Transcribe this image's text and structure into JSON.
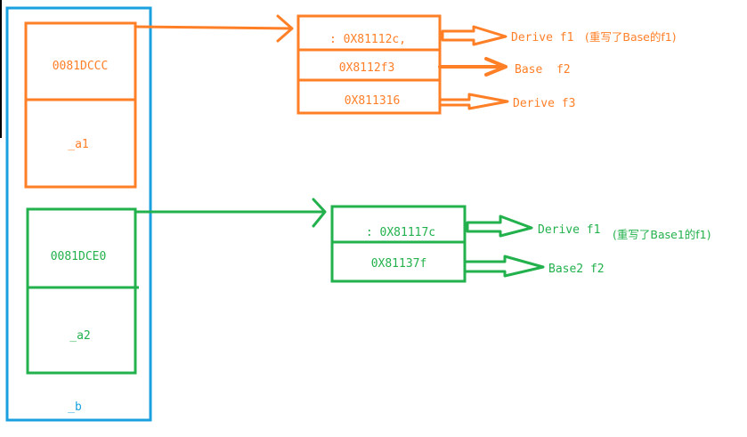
{
  "colors": {
    "outer_box": "#1aa0e0",
    "orange": "#ff7f27",
    "green": "#22b14c",
    "left_edge_mark": "#000000"
  },
  "outer_object": {
    "label": "_b"
  },
  "base1_part": {
    "vptr_value": "0081DCCC",
    "member_label": "_a1"
  },
  "base2_part": {
    "vptr_value": "0081DCE0",
    "member_label": "_a2"
  },
  "vtable_1": {
    "slots": [
      {
        "address": ": 0X81112c,",
        "target": "Derive f1",
        "note": "(重写了Base的f1)"
      },
      {
        "address": "0X8112f3",
        "target": "Base  f2",
        "note": ""
      },
      {
        "address": "0X811316",
        "target": "Derive f3",
        "note": ""
      }
    ]
  },
  "vtable_2": {
    "slots": [
      {
        "address": ": 0X81117c",
        "target": "Derive f1",
        "note": "(重写了Base1的f1)"
      },
      {
        "address": "0X81137f",
        "target": "Base2 f2",
        "note": ""
      }
    ]
  }
}
